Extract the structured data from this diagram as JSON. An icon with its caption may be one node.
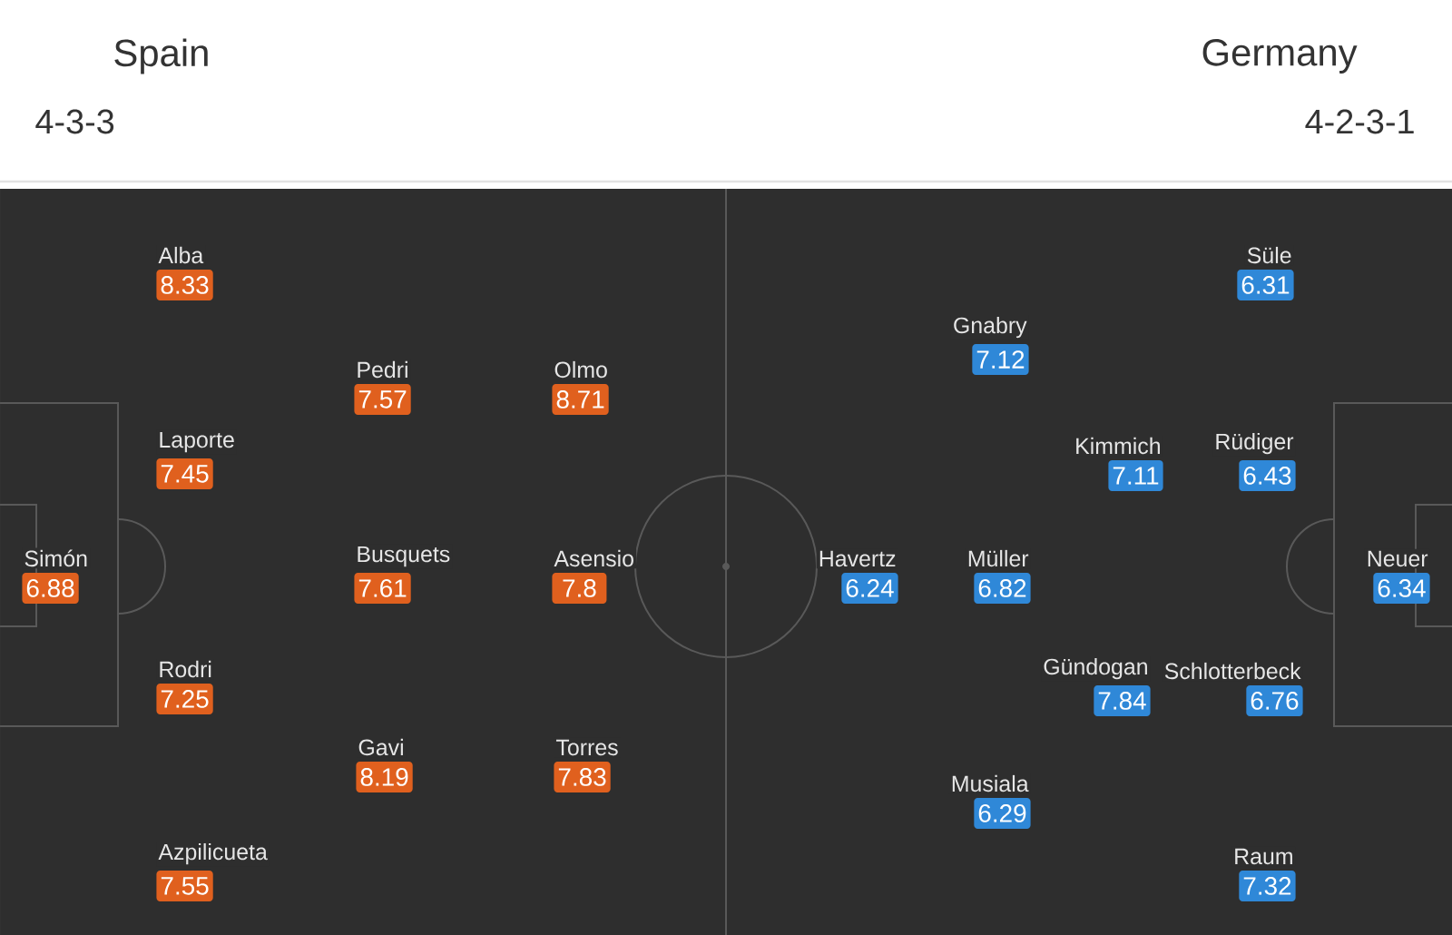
{
  "diagram": {
    "nodes": [
      {
        "text": [
          "Simón",
          "6.88"
        ]
      },
      {
        "text": [
          "Alba",
          "8.33"
        ]
      },
      {
        "text": [
          "Laporte",
          "7.45"
        ]
      },
      {
        "text": [
          "Rodri",
          "7.25"
        ]
      },
      {
        "text": [
          "Azpilicueta",
          "7.55"
        ]
      },
      {
        "text": [
          "Pedri",
          "7.57"
        ]
      },
      {
        "text": [
          "Busquets",
          "7.61"
        ]
      },
      {
        "text": [
          "Gavi",
          "8.19"
        ]
      },
      {
        "text": [
          "Olmo",
          "8.71"
        ]
      },
      {
        "text": [
          "Asensio",
          "7.8"
        ]
      },
      {
        "text": [
          "Torres",
          "7.83"
        ]
      },
      {
        "text": [
          "Havertz",
          "6.24"
        ]
      },
      {
        "text": [
          "Gnabry",
          "7.12"
        ]
      },
      {
        "text": [
          "Müller",
          "6.82"
        ]
      },
      {
        "text": [
          "Musiala",
          "6.29"
        ]
      },
      {
        "text": [
          "Kimmich",
          "7.11"
        ]
      },
      {
        "text": [
          "Gündogan",
          "7.84"
        ]
      },
      {
        "text": [
          "Süle",
          "6.31"
        ]
      },
      {
        "text": [
          "Rüdiger",
          "6.43"
        ]
      },
      {
        "text": [
          "Schlotterbeck",
          "6.76"
        ]
      },
      {
        "text": [
          "Raum",
          "7.32"
        ]
      },
      {
        "text": [
          "Neuer",
          "6.34"
        ]
      }
    ],
    "labels": [
      "Spain",
      "4-3-3",
      "Germany",
      "4-2-3-1"
    ]
  }
}
